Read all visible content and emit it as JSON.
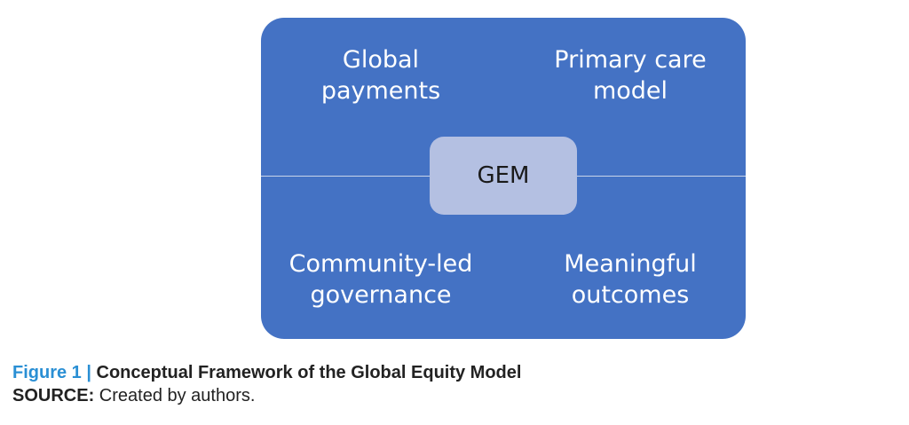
{
  "diagram": {
    "center": "GEM",
    "top_left": [
      "Global",
      "payments"
    ],
    "top_right": [
      "Primary care",
      "model"
    ],
    "bottom_left": [
      "Community-led",
      "governance"
    ],
    "bottom_right": [
      "Meaningful",
      "outcomes"
    ]
  },
  "caption": {
    "label": "Figure 1 |",
    "title": "Conceptual Framework of the Global Equity Model"
  },
  "source": {
    "label": "SOURCE:",
    "text": "Created by authors."
  },
  "colors": {
    "panel": "#4472c4",
    "center_node": "#b4c0e2",
    "figure_label": "#2a8fd4"
  }
}
